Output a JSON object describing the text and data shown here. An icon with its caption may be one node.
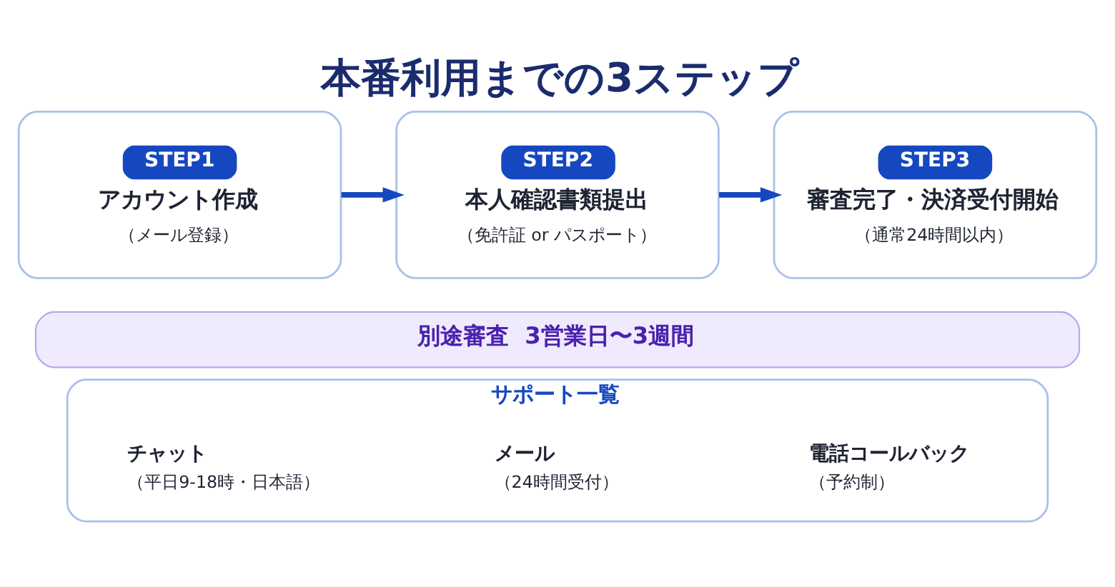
{
  "diagram": {
    "title": "本番利用までの3ステップ",
    "nodes": [
      {
        "text": [
          "STEP1",
          "アカウント作成",
          "（メール登録）"
        ]
      },
      {
        "text": [
          "STEP2",
          "本人確認書類提出",
          "（免許証 or パスポート）"
        ]
      },
      {
        "text": [
          "STEP3",
          "審査完了・決済受付開始",
          "（通常24時間以内）"
        ]
      },
      {
        "text": [
          "別途審査  3営業日〜3週間"
        ]
      },
      {
        "text": [
          "サポート一覧"
        ]
      },
      {
        "text": [
          "チャット",
          "（平日9-18時・日本語）"
        ],
        "in": 4
      },
      {
        "text": [
          "メール",
          "（24時間受付）"
        ],
        "in": 4
      },
      {
        "text": [
          "電話コールバック",
          "（予約制）"
        ],
        "in": 4
      }
    ],
    "edges": [
      {
        "from": 0,
        "to": 1,
        "arrow": "to"
      },
      {
        "from": 1,
        "to": 2,
        "arrow": "to"
      }
    ]
  }
}
